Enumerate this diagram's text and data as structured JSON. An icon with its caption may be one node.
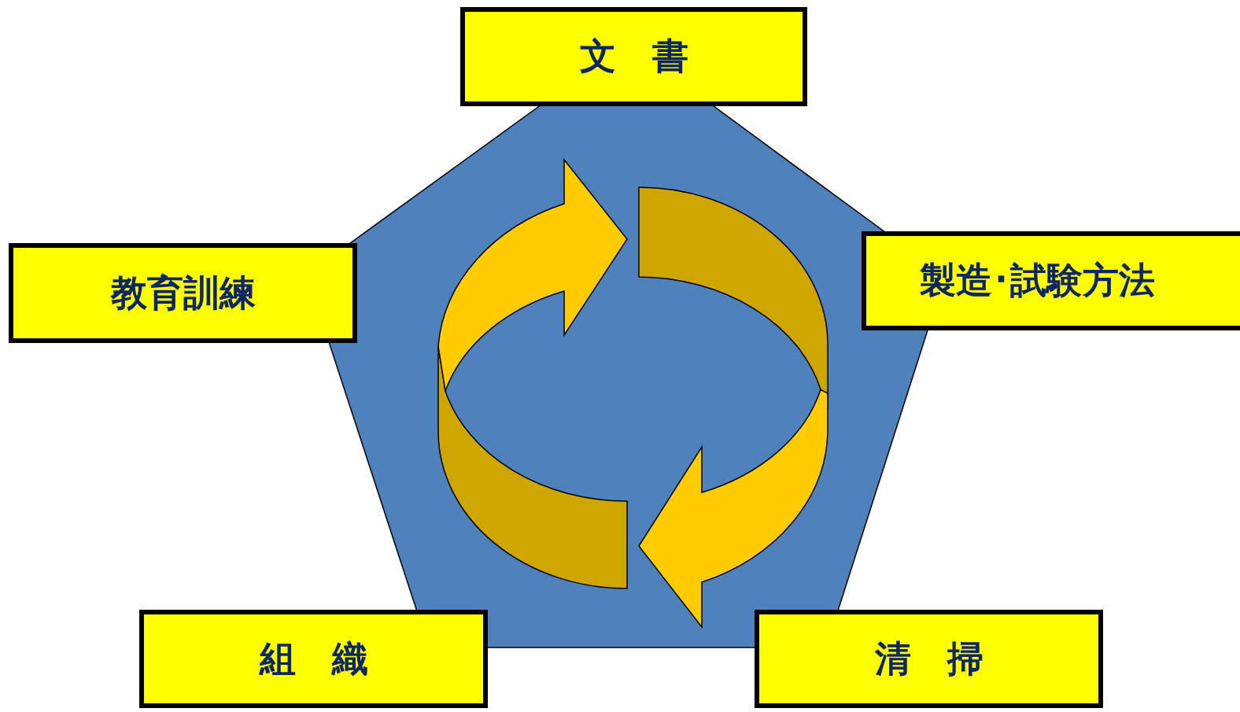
{
  "diagram": {
    "nodes": [
      {
        "text": [
          "文　書"
        ]
      },
      {
        "text": [
          "教育訓練"
        ]
      },
      {
        "text": [
          "製造･試験方法"
        ]
      },
      {
        "text": [
          "組　織"
        ]
      },
      {
        "text": [
          "清　掃"
        ]
      }
    ]
  }
}
